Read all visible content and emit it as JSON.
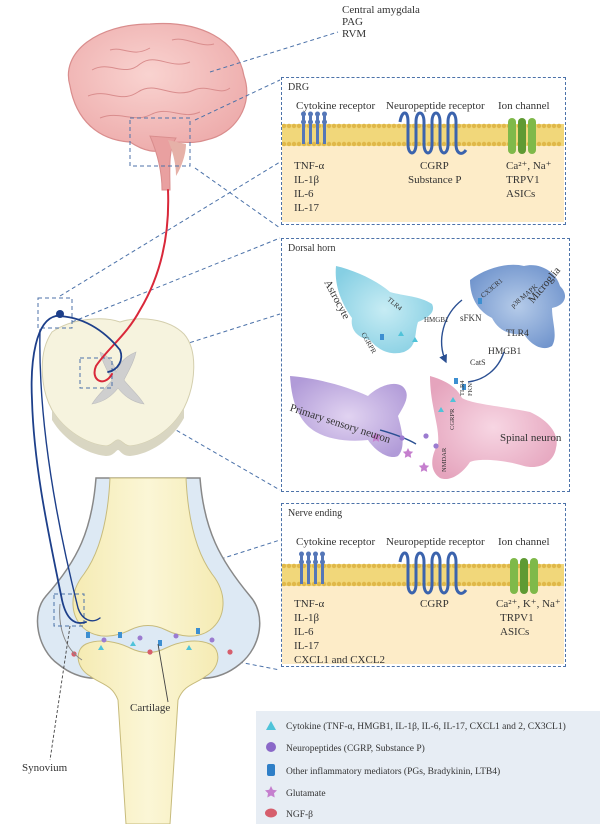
{
  "brain": {
    "targets": [
      "Central amygdala",
      "PAG",
      "RVM"
    ]
  },
  "drg_panel": {
    "title": "DRG",
    "col1_header": "Cytokine receptor",
    "col2_header": "Neuropeptide receptor",
    "col3_header": "Ion channel",
    "col1_items": [
      "TNF-α",
      "IL-1β",
      "IL-6",
      "IL-17"
    ],
    "col2_items": [
      "CGRP",
      "Substance P"
    ],
    "col3_items": [
      "Ca²⁺, Na⁺",
      "TRPV1",
      "ASICs"
    ]
  },
  "dorsal_panel": {
    "title": "Dorsal horn",
    "astrocyte": "Astrocyte",
    "microglia": "Microglia",
    "primary_neuron": "Primary sensory neuron",
    "spinal_neuron": "Spinal neuron",
    "labels": {
      "tlr4_astro": "TLR4",
      "hmgb1_astro": "HMGB1",
      "cgrpr_astro": "CGRPR",
      "cx3cr1": "CX3CR1",
      "p38": "p38 MAPK",
      "sfkn": "sFKN",
      "tlr4_micro": "TLR4",
      "hmgb1_micro": "HMGB1",
      "cats": "CatS",
      "tlr4_spinal": "TLR4",
      "fkn": "FKN",
      "cgrpr_spinal": "CGRPR",
      "nmdar": "NMDAR"
    }
  },
  "nerve_panel": {
    "title": "Nerve ending",
    "col1_header": "Cytokine receptor",
    "col2_header": "Neuropeptide receptor",
    "col3_header": "Ion channel",
    "col1_items": [
      "TNF-α",
      "IL-1β",
      "IL-6",
      "IL-17",
      "CXCL1 and CXCL2"
    ],
    "col2_items": [
      "CGRP"
    ],
    "col3_items": [
      "Ca²⁺, K⁺, Na⁺",
      "TRPV1",
      "ASICs"
    ]
  },
  "joint": {
    "cartilage": "Cartilage",
    "synovium": "Synovium"
  },
  "legend": {
    "items": [
      {
        "icon": "triangle-icon",
        "label": "Cytokine (TNF-α, HMGB1, IL-1β, IL-6, IL-17, CXCL1 and 2, CX3CL1)"
      },
      {
        "icon": "sphere-icon",
        "label": "Neuropeptides (CGRP, Substance P)"
      },
      {
        "icon": "cylinder-icon",
        "label": "Other inflammatory mediators (PGs, Bradykinin, LTB4)"
      },
      {
        "icon": "star-icon",
        "label": "Glutamate"
      },
      {
        "icon": "cell-icon",
        "label": "NGF-β"
      }
    ]
  },
  "colors": {
    "panel_border": "#4c72a9",
    "nerve_blue": "#1d3f8a",
    "nerve_red": "#d9283a",
    "membrane_yellow": "#f1d77a",
    "panel_fill": "#fdecc8",
    "brain_pink": "#f3bcbc",
    "legend_bg": "#e7edf4"
  }
}
